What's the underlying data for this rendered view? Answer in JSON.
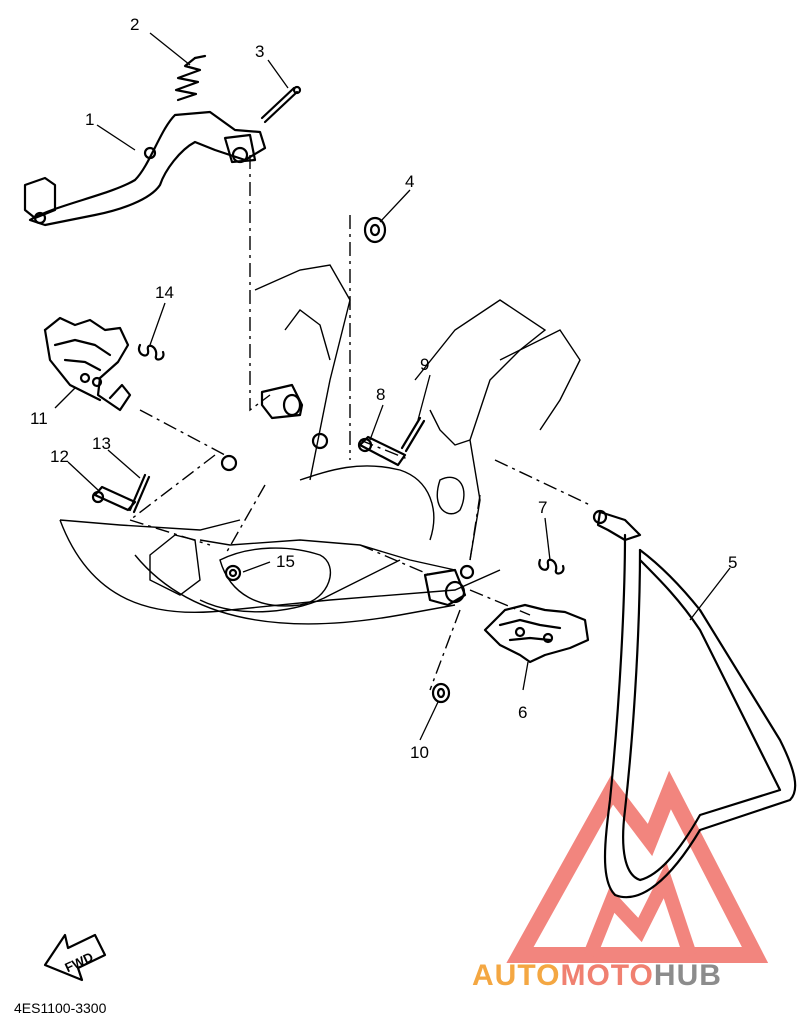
{
  "callouts": [
    {
      "num": "1"
    },
    {
      "num": "2"
    },
    {
      "num": "3"
    },
    {
      "num": "4"
    },
    {
      "num": "5"
    },
    {
      "num": "6"
    },
    {
      "num": "7"
    },
    {
      "num": "8"
    },
    {
      "num": "9"
    },
    {
      "num": "10"
    },
    {
      "num": "11"
    },
    {
      "num": "12"
    },
    {
      "num": "13"
    },
    {
      "num": "14"
    },
    {
      "num": "15"
    }
  ],
  "fwd_label": "FWD",
  "diagram_code": "4ES1100-3300",
  "watermark": {
    "part1": "AUTO",
    "part2": "MOTO",
    "part3": "HUB",
    "colors": {
      "auto": "#f4a742",
      "moto": "#f08070",
      "hub": "#8c8c8c",
      "triangle": "#f07068"
    }
  }
}
